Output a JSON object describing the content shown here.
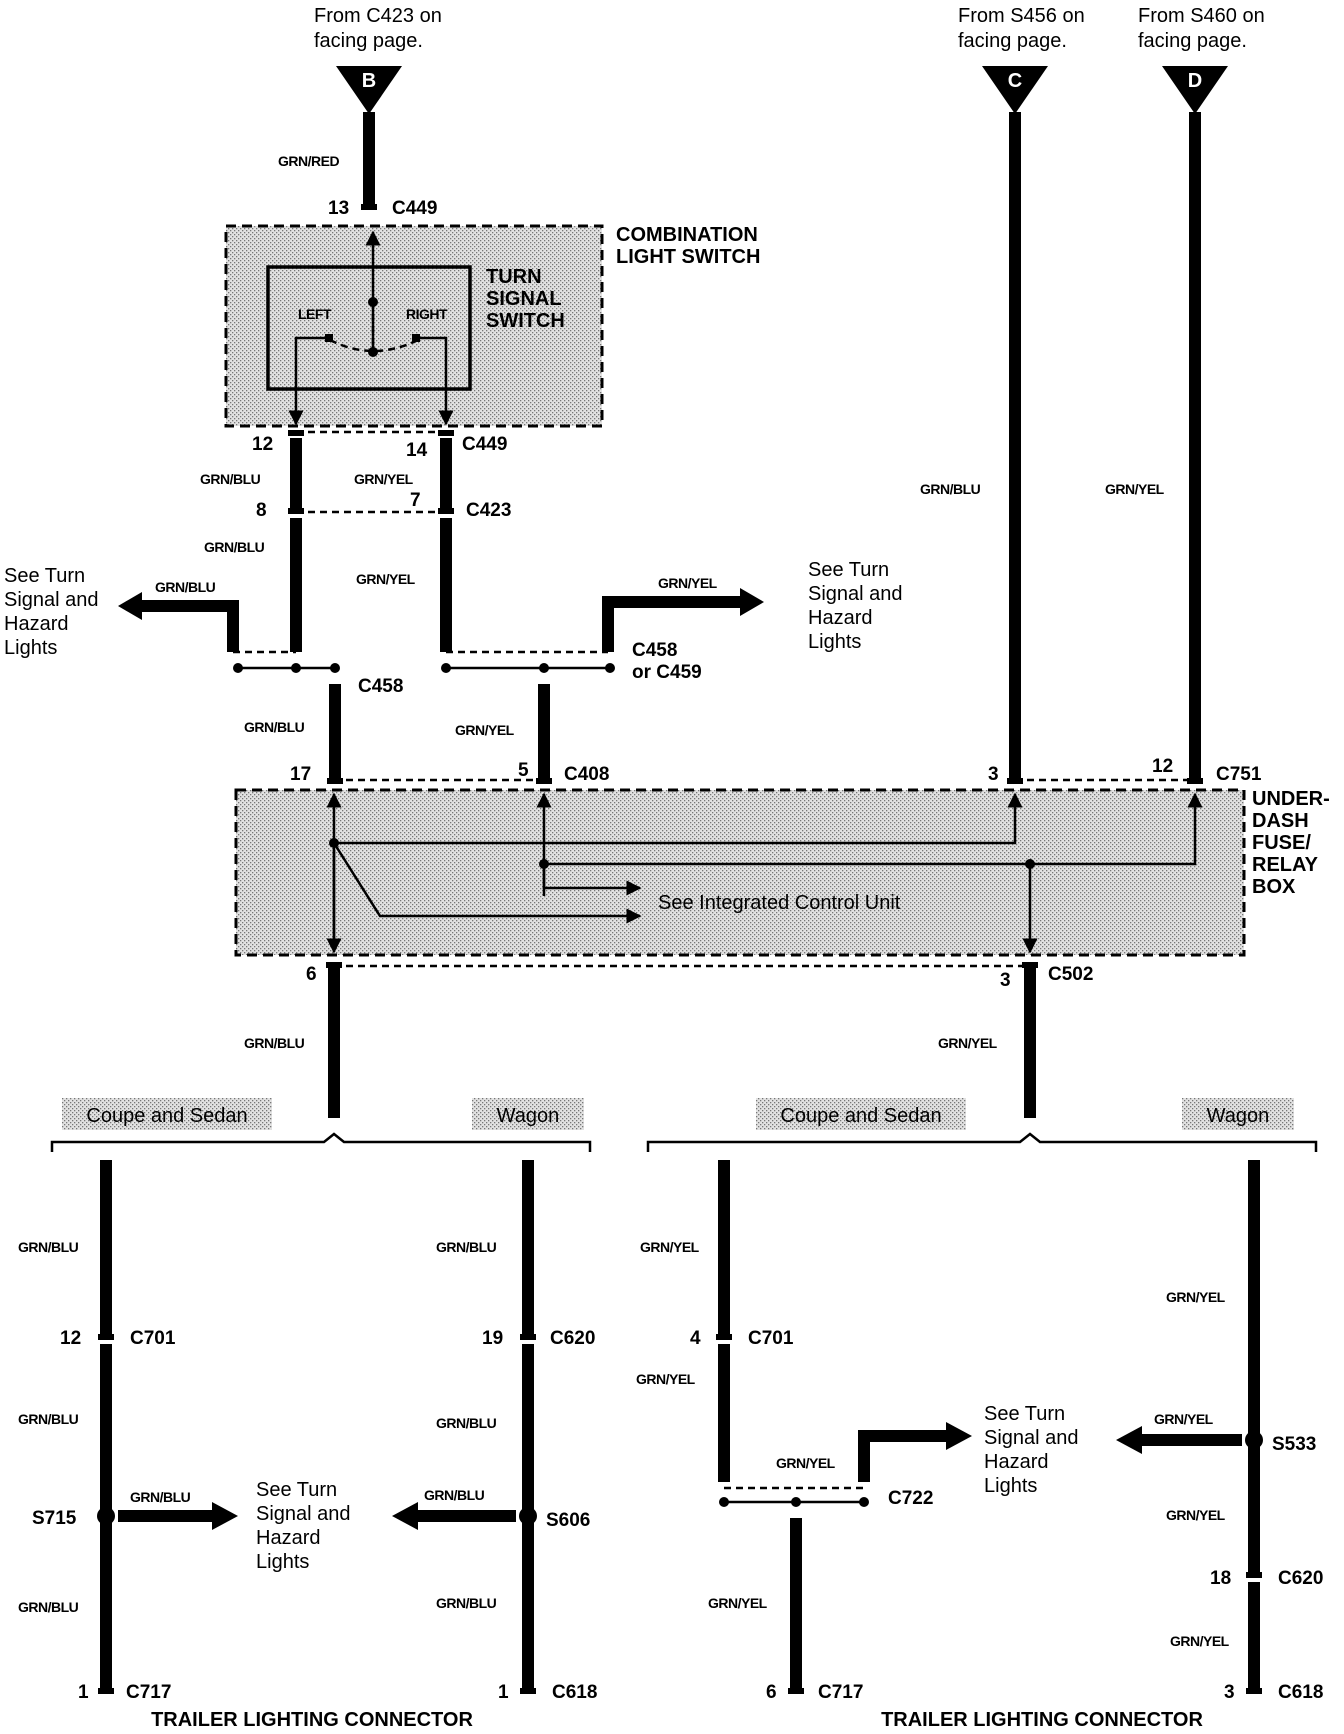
{
  "top_notes": {
    "b": [
      "From C423 on",
      "facing page."
    ],
    "c": [
      "From S456 on",
      "facing page."
    ],
    "d": [
      "From S460 on",
      "facing page."
    ]
  },
  "terminals": {
    "b": "B",
    "c": "C",
    "d": "D"
  },
  "components": {
    "combination_switch": [
      "COMBINATION",
      "LIGHT SWITCH"
    ],
    "turn_signal_switch": [
      "TURN",
      "SIGNAL",
      "SWITCH"
    ],
    "left": "LEFT",
    "right": "RIGHT",
    "fuse_box": [
      "UNDER-",
      "DASH",
      "FUSE/",
      "RELAY",
      "BOX"
    ],
    "icu_note": "See Integrated Control Unit"
  },
  "wires": {
    "grn_red": "GRN/RED",
    "grn_blu": "GRN/BLU",
    "grn_yel": "GRN/YEL"
  },
  "connectors": {
    "c449": "C449",
    "c423": "C423",
    "c458": "C458",
    "c458_or": [
      "C458",
      "or C459"
    ],
    "c408": "C408",
    "c751": "C751",
    "c502": "C502",
    "c701": "C701",
    "c620": "C620",
    "c722": "C722",
    "c717": "C717",
    "c618": "C618",
    "s715": "S715",
    "s606": "S606",
    "s533": "S533"
  },
  "pins": {
    "p13": "13",
    "p12": "12",
    "p14": "14",
    "p8": "8",
    "p7": "7",
    "p17": "17",
    "p5": "5",
    "p3": "3",
    "p6": "6",
    "p19": "19",
    "p4": "4",
    "p1": "1",
    "p18": "18"
  },
  "see_turn": [
    "See Turn",
    "Signal and",
    "Hazard",
    "Lights"
  ],
  "variants": {
    "coupe": "Coupe and Sedan",
    "wagon": "Wagon"
  },
  "footer": "TRAILER LIGHTING CONNECTOR"
}
